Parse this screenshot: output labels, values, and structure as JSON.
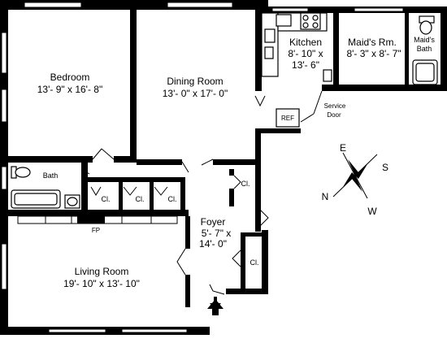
{
  "rooms": {
    "bedroom": {
      "name": "Bedroom",
      "dims": "13'- 9\" x 16'- 8\""
    },
    "dining": {
      "name": "Dining Room",
      "dims": "13'- 0\" x 17'- 0\""
    },
    "kitchen": {
      "name": "Kitchen",
      "dims1": "8'- 10\" x",
      "dims2": "13'- 6\""
    },
    "maids_room": {
      "name": "Maid's Rm.",
      "dims": "8'- 3\" x 8'- 7\""
    },
    "maids_bath": {
      "name1": "Maid's",
      "name2": "Bath"
    },
    "bath": {
      "name": "Bath"
    },
    "living": {
      "name": "Living Room",
      "dims": "19'- 10\" x 13'- 10\""
    },
    "foyer": {
      "name": "Foyer",
      "dims1": "5'- 7\" x",
      "dims2": "14'- 0\""
    }
  },
  "labels": {
    "closet": "Cl.",
    "ref": "REF",
    "service_door1": "Service",
    "service_door2": "Door",
    "fireplace": "FP"
  },
  "compass": {
    "n": "N",
    "e": "E",
    "s": "S",
    "w": "W"
  }
}
